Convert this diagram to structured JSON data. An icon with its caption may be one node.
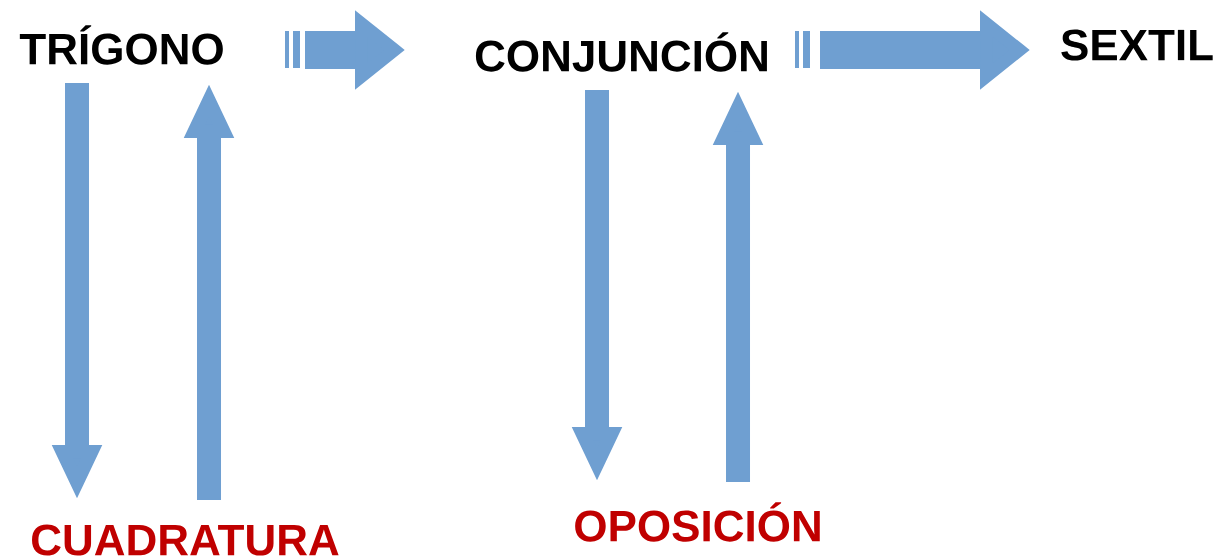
{
  "diagram": {
    "nodes": [
      {
        "text": [
          "TRÍGONO"
        ]
      },
      {
        "text": [
          "CONJUNCIÓN"
        ]
      },
      {
        "text": [
          "SEXTIL"
        ]
      },
      {
        "text": [
          "CUADRATURA"
        ]
      },
      {
        "text": [
          "OPOSICIÓN"
        ]
      }
    ],
    "edges": [
      {
        "from": 0,
        "to": 1,
        "arrow": "to"
      },
      {
        "from": 1,
        "to": 2,
        "arrow": "to"
      },
      {
        "from": 0,
        "to": 3,
        "arrow": "to"
      },
      {
        "from": 3,
        "to": 0,
        "arrow": "to"
      },
      {
        "from": 1,
        "to": 4,
        "arrow": "to"
      },
      {
        "from": 4,
        "to": 1,
        "arrow": "to"
      }
    ]
  }
}
